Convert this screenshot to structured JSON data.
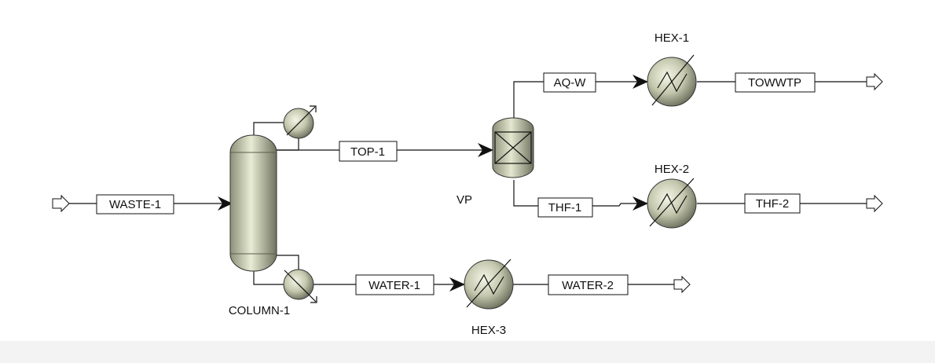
{
  "blocks": {
    "column": "COLUMN-1",
    "vp": "VP",
    "hex1": "HEX-1",
    "hex2": "HEX-2",
    "hex3": "HEX-3"
  },
  "streams": {
    "waste1": "WASTE-1",
    "top1": "TOP-1",
    "aqw": "AQ-W",
    "towwtp": "TOWWTP",
    "thf1": "THF-1",
    "thf2": "THF-2",
    "water1": "WATER-1",
    "water2": "WATER-2"
  }
}
